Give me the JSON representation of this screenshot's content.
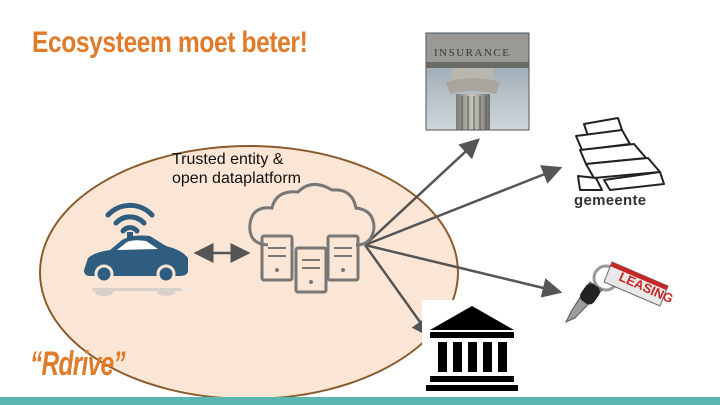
{
  "slide": {
    "title": "Ecosysteem moet beter!",
    "caption_line1": "Trusted entity &",
    "caption_line2": "open dataplatform",
    "rdrive_label": "“Rdrive”"
  },
  "nodes": {
    "insurance_sign": "INSURANCE",
    "gemeente_label": "gemeente",
    "leasing_tag": "LEASING"
  },
  "colors": {
    "title": "#e07b2a",
    "ellipse_fill": "#fbe6d6",
    "ellipse_border": "#8a5a2c",
    "car": "#2f5d80",
    "footer": "#5ab6b0",
    "arrow": "#555555"
  }
}
